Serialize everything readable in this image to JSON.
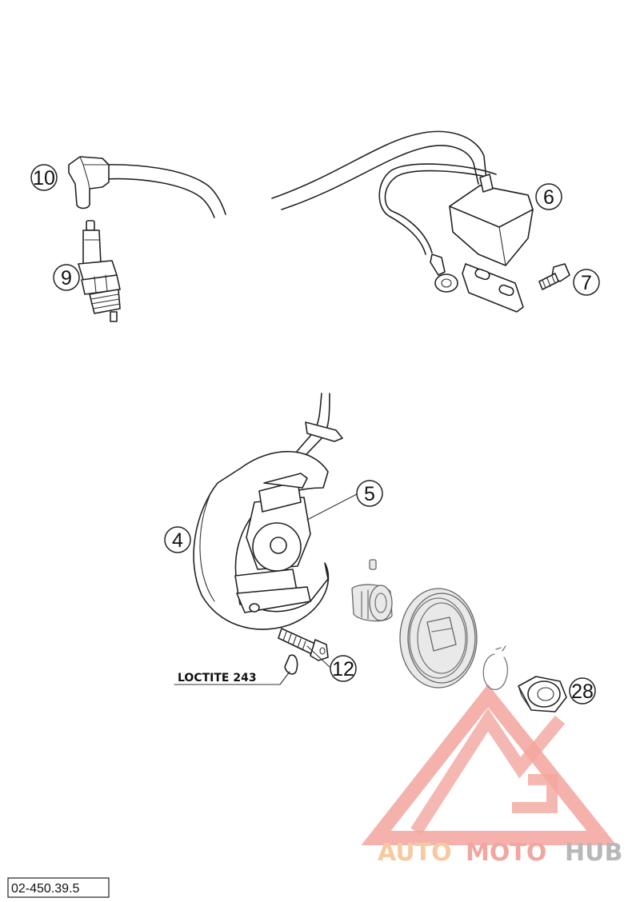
{
  "callouts": {
    "c10": "10",
    "c9": "9",
    "c6": "6",
    "c7": "7",
    "c5": "5",
    "c4": "4",
    "c12": "12",
    "c28": "28"
  },
  "labels": {
    "loctite": "LOCTITE 243",
    "reference": "02-450.39.5"
  },
  "watermark": {
    "auto": "AUTO",
    "moto": "MOTO",
    "hub": "HUB",
    "colors": {
      "auto": "#f7c9a0",
      "moto": "#f2a6a0",
      "hub": "#b8b8b8",
      "triangle": "#f08f86"
    }
  }
}
